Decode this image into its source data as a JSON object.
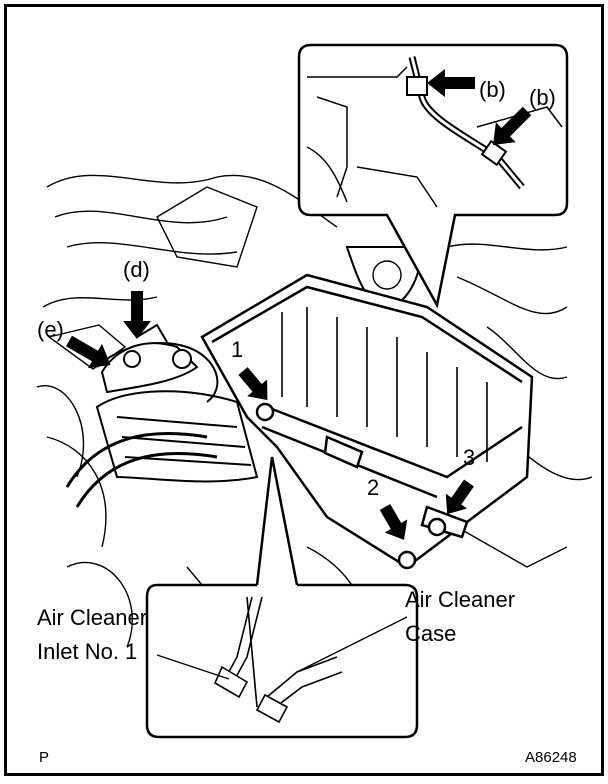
{
  "callouts": {
    "b_upper": "(b)",
    "b_lower": "(b)",
    "d": "(d)",
    "e": "(e)",
    "bolt_1": "1",
    "bolt_2": "2",
    "bolt_3": "3"
  },
  "labels": {
    "inlet_line1": "Air Cleaner",
    "inlet_line2": "Inlet No. 1",
    "case_line1": "Air Cleaner",
    "case_line2": "Case"
  },
  "footer": {
    "page_mark": "P",
    "figure_id": "A86248"
  }
}
